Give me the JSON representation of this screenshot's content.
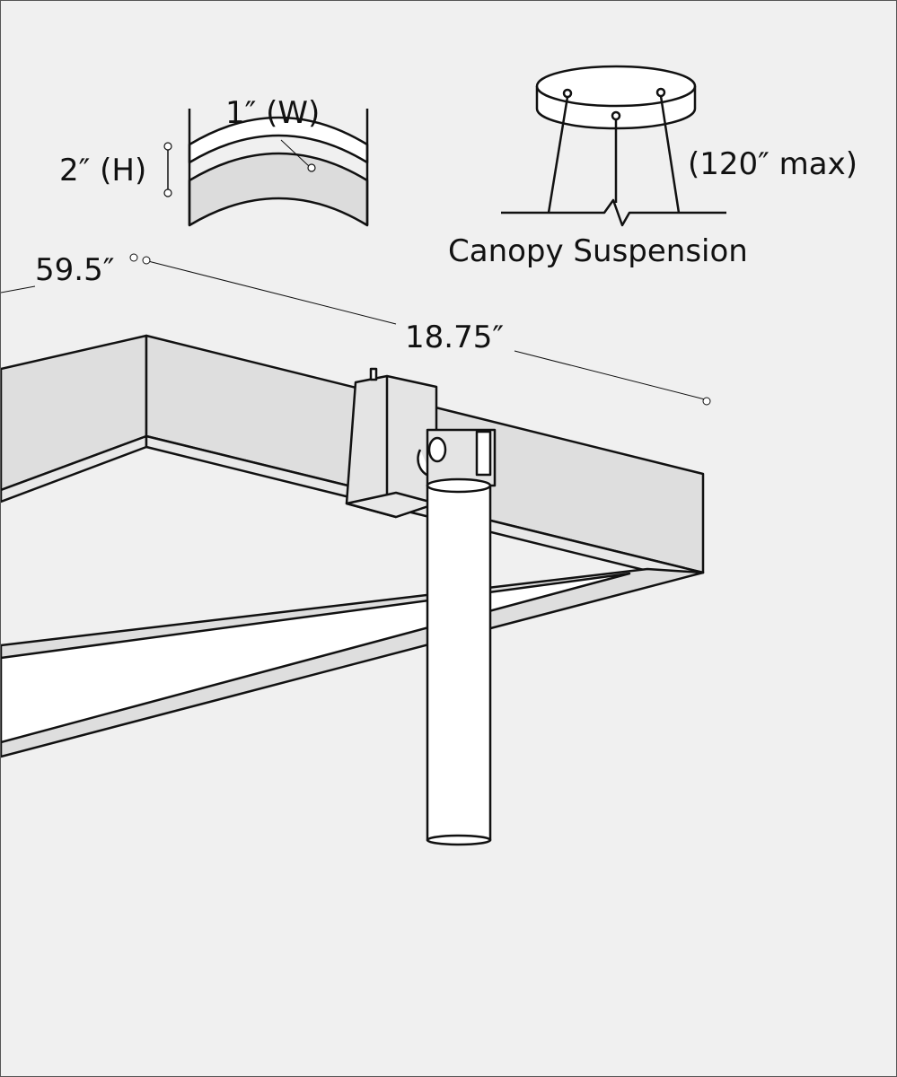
{
  "labels": {
    "width": "1″ (W)",
    "height": "2″ (H)",
    "max_length": "(120″ max)",
    "mount_type": "Canopy Suspension",
    "length": "59.5″",
    "depth": "18.75″"
  },
  "colors": {
    "background": "#f0f0f0",
    "face": "#dedede",
    "diffuser": "#ffffff",
    "stroke": "#111111"
  }
}
